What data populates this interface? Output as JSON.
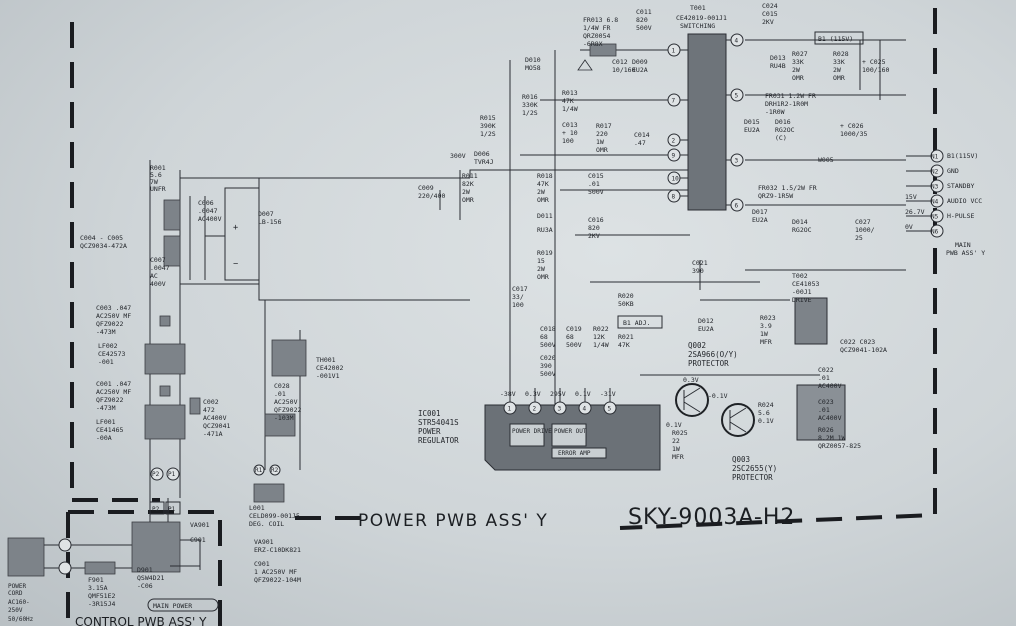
{
  "title": {
    "assembly": "POWER PWB ASS' Y",
    "model": "SKY-9003A-H2",
    "control_assembly": "CONTROL PWB ASS' Y",
    "main_power": "MAIN POWER"
  },
  "transformer": {
    "ref": "T001",
    "part": "CE42019-001J1",
    "desc": "SWITCHING"
  },
  "ic": {
    "ref": "IC001",
    "part": "STR54041S",
    "desc1": "POWER",
    "desc2": "REGULATOR",
    "block1": "POWER DRIVE",
    "block2": "POWER OUT",
    "block3": "ERROR AMP"
  },
  "connector": {
    "label1": "MAIN",
    "label2": "PWB ASS' Y",
    "pins": [
      {
        "pin": "N1",
        "signal": "B1(115V)"
      },
      {
        "pin": "N2",
        "signal": "GND"
      },
      {
        "pin": "N3",
        "signal": "STANDBY"
      },
      {
        "pin": "N4",
        "signal": "AUDIO VCC"
      },
      {
        "pin": "N5",
        "signal": "H-PULSE"
      },
      {
        "pin": "N6",
        "signal": ""
      }
    ],
    "voltages": [
      "",
      "",
      "",
      "15V",
      "26.7V",
      "0V"
    ]
  },
  "b1_label": "B1 (115V)",
  "pin_voltages": [
    "-38V",
    "0.3V",
    "295V",
    "0.1V",
    "-31V"
  ],
  "components": {
    "r001": [
      "R001",
      "5.6",
      "7W",
      "UNFR"
    ],
    "d007": [
      "D007",
      "LB-156"
    ],
    "c004": [
      "C004 - C005",
      "QCZ9034-472A"
    ],
    "c006": [
      "C006",
      ".0047",
      "AC400V"
    ],
    "c007": [
      "C007",
      ".0047",
      "AC",
      "400V"
    ],
    "c003": [
      "C003 .047",
      "AC250V MF",
      "QFZ9022",
      "-473M"
    ],
    "lf002": [
      "LF002",
      "CE42573",
      "-001"
    ],
    "c001": [
      "C001 .047",
      "AC250V MF",
      "QFZ9022",
      "-473M"
    ],
    "c002": [
      "C002",
      "472",
      "AC400V",
      "QCZ9041",
      "-471A"
    ],
    "lf001": [
      "LF001",
      "CE41465",
      "-00A"
    ],
    "th001": [
      "TH001",
      "CE42002",
      "-001V1"
    ],
    "c028": [
      "C028",
      ".01",
      "AC250V",
      "QFZ9022",
      "-103M"
    ],
    "c029": [
      "C009",
      "220/400"
    ],
    "r011": [
      "R011",
      "82K",
      "2W",
      "OMR"
    ],
    "d006": [
      "300V",
      "D006",
      "TVR4J"
    ],
    "r015": [
      "R015",
      "390K",
      "1/2S"
    ],
    "r016": [
      "R016",
      "330K",
      "1/2S"
    ],
    "r013": [
      "R013",
      "47K",
      "1/4W"
    ],
    "c013": [
      "C013",
      "+ 10",
      "100"
    ],
    "d010": [
      "D010",
      "MO58"
    ],
    "fr013": [
      "FR013 6.8",
      "1/4W FR",
      "QRZ0054",
      "-6R8X"
    ],
    "c011": [
      "C011",
      "820",
      "500V"
    ],
    "d009": [
      "D009",
      "EU2A"
    ],
    "c012": [
      "C012",
      "10/160"
    ],
    "r017": [
      "R017",
      "220",
      "1W",
      "OMR"
    ],
    "c014": [
      "C014",
      ".47"
    ],
    "r018": [
      "R018",
      "47K",
      "2W",
      "OMR"
    ],
    "c015": [
      "C015",
      ".01",
      "500V"
    ],
    "d011": [
      "D011",
      "RU3A"
    ],
    "c016": [
      "C016",
      "820",
      "2KV"
    ],
    "r019": [
      "R019",
      "15",
      "2W",
      "OMR"
    ],
    "c017": [
      "C017",
      "33/",
      "100"
    ],
    "r020": [
      "R020",
      "50KB"
    ],
    "b1adj": [
      "B1 ADJ."
    ],
    "c018": [
      "C018",
      "68",
      "500V"
    ],
    "c019": [
      "C019",
      "68",
      "500V"
    ],
    "r022": [
      "R022",
      "12K",
      "1/4W"
    ],
    "r021": [
      "R021",
      "47K"
    ],
    "c020": [
      "C020",
      "390",
      "500V"
    ],
    "c024": [
      "C024",
      "C015",
      "2KV"
    ],
    "d013": [
      "D013",
      "RU4B"
    ],
    "r027": [
      "R027",
      "33K",
      "2W",
      "OMR"
    ],
    "r028": [
      "R028",
      "33K",
      "2W",
      "OMR"
    ],
    "c025": [
      "+ C025",
      "100/160"
    ],
    "fr031": [
      "FR031 1.2W FR",
      "DRH1R2-1R0M",
      "-1R0W"
    ],
    "d015": [
      "D015",
      "EU2A"
    ],
    "d016": [
      "D016",
      "RG2OC",
      "(C)"
    ],
    "c026": [
      "+ C026",
      "1000/35"
    ],
    "w005": [
      "W005"
    ],
    "fr032": [
      "FR032 1.5/2W FR",
      "QRZ9-1R5W"
    ],
    "d017": [
      "D017",
      "EU2A"
    ],
    "d014": [
      "D014",
      "RG2OC"
    ],
    "c027": [
      "C027",
      "1000/",
      "25"
    ],
    "c021": [
      "C021",
      "390"
    ],
    "d012": [
      "D012",
      "EU2A"
    ],
    "r023": [
      "R023",
      "3.9",
      "1W",
      "MFR"
    ],
    "t002": [
      "T002",
      "CE41053",
      "-00J1",
      "DRIVE"
    ],
    "q002": [
      "Q002",
      "2SA966(O/Y)",
      "PROTECTOR"
    ],
    "q003": [
      "Q003",
      "2SC2655(Y)",
      "PROTECTOR"
    ],
    "r025": [
      "0.1V",
      "R025",
      "22",
      "1W",
      "MFR"
    ],
    "r024": [
      "R024",
      "5.6",
      "0.1V"
    ],
    "r026": [
      "R026",
      "8.2M 1W",
      "QRZ0057-825"
    ],
    "c022": [
      "C022 C023",
      "QCZ9041-102A"
    ],
    "c022v": [
      "C022",
      ".01",
      "AC400V"
    ],
    "c023v": [
      "C023",
      ".01",
      "AC400V"
    ],
    "l001": [
      "L001",
      "CELD099-001J5"
    ],
    "l001b": [
      "DEG. COIL"
    ],
    "va901": [
      "VA901",
      "ERZ-C10DK821"
    ],
    "c901": [
      "C901",
      "1 AC250V MF",
      "QFZ9022-104M"
    ],
    "va901b": [
      "VA901"
    ],
    "c901b": [
      "C901"
    ],
    "f901": [
      "F901",
      "3.15A",
      "QMF51E2",
      "-3R15J4"
    ],
    "d901": [
      "D901",
      "QSW4D21",
      "-C06"
    ],
    "cord": [
      "POWER",
      "CORD",
      "AC160-",
      "250V",
      "50/60Hz"
    ],
    "p_labels": [
      "P2",
      "P1",
      "R1",
      "R2",
      "P2",
      "P1"
    ],
    "transistor_v": [
      "0.3V",
      "-0.1V"
    ]
  }
}
